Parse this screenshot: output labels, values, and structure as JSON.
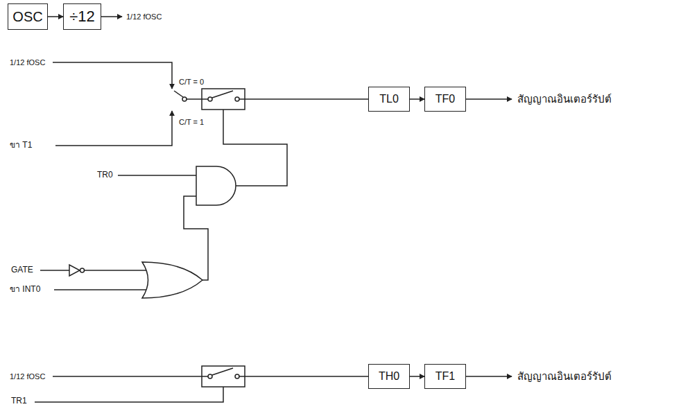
{
  "diagram": {
    "nodes": [
      {
        "text": [
          "OSC"
        ]
      },
      {
        "text": [
          "÷12"
        ]
      },
      {
        "text": [
          "TL0"
        ]
      },
      {
        "text": [
          "TF0"
        ]
      },
      {
        "text": [
          "TH0"
        ]
      },
      {
        "text": [
          "TF1"
        ]
      }
    ],
    "edges": [
      {
        "from": 0,
        "to": 1,
        "arrow": "to"
      },
      {
        "from": 2,
        "to": 3,
        "arrow": "to"
      },
      {
        "from": 4,
        "to": 5,
        "arrow": "to"
      }
    ],
    "labels": [
      "1/12 fOSC",
      "1/12 fOSC",
      "C/T = 0",
      "C/T = 1",
      "ขา T1",
      "TR0",
      "GATE",
      "ขา INT0",
      "1/12 fOSC",
      "TR1",
      "สัญญาณอินเตอร์รัปต์",
      "สัญญาณอินเตอร์รัปต์"
    ]
  }
}
